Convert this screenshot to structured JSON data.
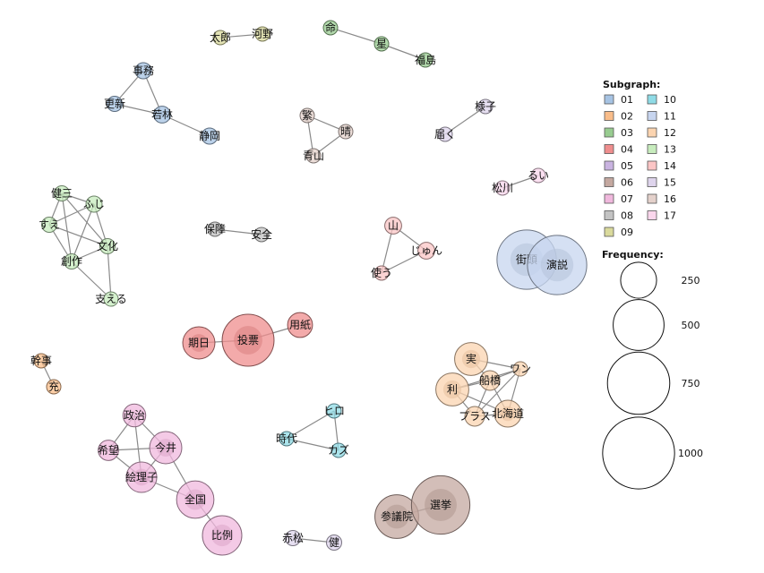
{
  "legend": {
    "subgraph_title": "Subgraph:",
    "frequency_title": "Frequency:",
    "subgraphs": [
      {
        "id": "01",
        "color": "#a6c3e3"
      },
      {
        "id": "02",
        "color": "#f9bd8a"
      },
      {
        "id": "03",
        "color": "#98cc90"
      },
      {
        "id": "04",
        "color": "#ef8e8e"
      },
      {
        "id": "05",
        "color": "#c9b3e0"
      },
      {
        "id": "06",
        "color": "#c4a8a0"
      },
      {
        "id": "07",
        "color": "#f0b8dd"
      },
      {
        "id": "08",
        "color": "#c3c3c3"
      },
      {
        "id": "09",
        "color": "#dada9c"
      },
      {
        "id": "10",
        "color": "#8fdbe6"
      },
      {
        "id": "11",
        "color": "#c7d5ef"
      },
      {
        "id": "12",
        "color": "#fbd4b0"
      },
      {
        "id": "13",
        "color": "#c7ecbd"
      },
      {
        "id": "14",
        "color": "#fbc5c5"
      },
      {
        "id": "15",
        "color": "#ded4ec"
      },
      {
        "id": "16",
        "color": "#e4d1cb"
      },
      {
        "id": "17",
        "color": "#fad6ec"
      }
    ],
    "frequency_scale": [
      250,
      500,
      750,
      1000
    ]
  },
  "nodes": [
    {
      "id": "taro",
      "label": "太郎",
      "group": "09",
      "freq": 30
    },
    {
      "id": "kono",
      "label": "河野",
      "group": "09",
      "freq": 30
    },
    {
      "id": "inochi",
      "label": "命",
      "group": "03",
      "freq": 30
    },
    {
      "id": "hoshi",
      "label": "星",
      "group": "03",
      "freq": 30
    },
    {
      "id": "fukushima",
      "label": "福島",
      "group": "03",
      "freq": 30
    },
    {
      "id": "jimu",
      "label": "事務",
      "group": "01",
      "freq": 50
    },
    {
      "id": "koshin",
      "label": "更新",
      "group": "01",
      "freq": 45
    },
    {
      "id": "wakabayashi",
      "label": "若林",
      "group": "01",
      "freq": 55
    },
    {
      "id": "shizuoka",
      "label": "静岡",
      "group": "01",
      "freq": 50
    },
    {
      "id": "shige",
      "label": "繁",
      "group": "16",
      "freq": 35
    },
    {
      "id": "hare",
      "label": "晴",
      "group": "16",
      "freq": 35
    },
    {
      "id": "aoyama",
      "label": "青山",
      "group": "16",
      "freq": 35
    },
    {
      "id": "yosu",
      "label": "様子",
      "group": "15",
      "freq": 35
    },
    {
      "id": "todoku",
      "label": "届く",
      "group": "15",
      "freq": 30
    },
    {
      "id": "matsukawa",
      "label": "松川",
      "group": "17",
      "freq": 25
    },
    {
      "id": "rui",
      "label": "るい",
      "group": "17",
      "freq": 25
    },
    {
      "id": "kenji",
      "label": "健三",
      "group": "13",
      "freq": 45
    },
    {
      "id": "fuji",
      "label": "ふじ",
      "group": "13",
      "freq": 50
    },
    {
      "id": "sue",
      "label": "すえ",
      "group": "13",
      "freq": 45
    },
    {
      "id": "bunka",
      "label": "文化",
      "group": "13",
      "freq": 45
    },
    {
      "id": "sosaku",
      "label": "創作",
      "group": "13",
      "freq": 45
    },
    {
      "id": "sasaeru",
      "label": "支える",
      "group": "13",
      "freq": 40
    },
    {
      "id": "hosho",
      "label": "保障",
      "group": "08",
      "freq": 25
    },
    {
      "id": "anzen",
      "label": "安全",
      "group": "08",
      "freq": 25
    },
    {
      "id": "yama",
      "label": "山",
      "group": "14",
      "freq": 55
    },
    {
      "id": "jun",
      "label": "じゅん",
      "group": "14",
      "freq": 55
    },
    {
      "id": "tsukau",
      "label": "使う",
      "group": "14",
      "freq": 35
    },
    {
      "id": "gaito",
      "label": "街頭",
      "group": "11",
      "freq": 680
    },
    {
      "id": "enzetsu",
      "label": "演説",
      "group": "11",
      "freq": 680
    },
    {
      "id": "kijitsu",
      "label": "期日",
      "group": "04",
      "freq": 200
    },
    {
      "id": "tohyo",
      "label": "投票",
      "group": "04",
      "freq": 520
    },
    {
      "id": "yoshi",
      "label": "用紙",
      "group": "04",
      "freq": 120
    },
    {
      "id": "kanji",
      "label": "幹事",
      "group": "02",
      "freq": 30
    },
    {
      "id": "mitsuru",
      "label": "充",
      "group": "02",
      "freq": 30
    },
    {
      "id": "minoru",
      "label": "実",
      "group": "12",
      "freq": 210
    },
    {
      "id": "ri",
      "label": "利",
      "group": "12",
      "freq": 210
    },
    {
      "id": "funabashi",
      "label": "船橋",
      "group": "12",
      "freq": 75
    },
    {
      "id": "wan",
      "label": "ワン",
      "group": "12",
      "freq": 40
    },
    {
      "id": "purasu",
      "label": "プラス",
      "group": "12",
      "freq": 75
    },
    {
      "id": "hokkaido",
      "label": "北海道",
      "group": "12",
      "freq": 140
    },
    {
      "id": "seiji",
      "label": "政治",
      "group": "07",
      "freq": 100
    },
    {
      "id": "kibo",
      "label": "希望",
      "group": "07",
      "freq": 80
    },
    {
      "id": "imai",
      "label": "今井",
      "group": "07",
      "freq": 200
    },
    {
      "id": "eriko",
      "label": "絵理子",
      "group": "07",
      "freq": 180
    },
    {
      "id": "zenkoku",
      "label": "全国",
      "group": "07",
      "freq": 270
    },
    {
      "id": "hirei",
      "label": "比例",
      "group": "07",
      "freq": 300
    },
    {
      "id": "hiro",
      "label": "ヒロ",
      "group": "10",
      "freq": 30
    },
    {
      "id": "jidai",
      "label": "時代",
      "group": "10",
      "freq": 30
    },
    {
      "id": "kazu",
      "label": "カズ",
      "group": "10",
      "freq": 30
    },
    {
      "id": "akamatsu",
      "label": "赤松",
      "group": "15",
      "freq": 45
    },
    {
      "id": "ken",
      "label": "健",
      "group": "15",
      "freq": 45
    },
    {
      "id": "sangiin",
      "label": "参議院",
      "group": "06",
      "freq": 370
    },
    {
      "id": "senkyo",
      "label": "選挙",
      "group": "06",
      "freq": 660
    }
  ],
  "edges": [
    [
      "taro",
      "kono"
    ],
    [
      "inochi",
      "hoshi"
    ],
    [
      "hoshi",
      "fukushima"
    ],
    [
      "jimu",
      "koshin"
    ],
    [
      "jimu",
      "wakabayashi"
    ],
    [
      "koshin",
      "wakabayashi"
    ],
    [
      "wakabayashi",
      "shizuoka"
    ],
    [
      "shige",
      "hare"
    ],
    [
      "shige",
      "aoyama"
    ],
    [
      "hare",
      "aoyama"
    ],
    [
      "yosu",
      "todoku"
    ],
    [
      "matsukawa",
      "rui"
    ],
    [
      "kenji",
      "fuji"
    ],
    [
      "kenji",
      "sue"
    ],
    [
      "kenji",
      "bunka"
    ],
    [
      "kenji",
      "sosaku"
    ],
    [
      "fuji",
      "sue"
    ],
    [
      "fuji",
      "sosaku"
    ],
    [
      "fuji",
      "bunka"
    ],
    [
      "sue",
      "bunka"
    ],
    [
      "sue",
      "sosaku"
    ],
    [
      "bunka",
      "sosaku"
    ],
    [
      "sosaku",
      "sasaeru"
    ],
    [
      "bunka",
      "sasaeru"
    ],
    [
      "hosho",
      "anzen"
    ],
    [
      "yama",
      "jun"
    ],
    [
      "yama",
      "tsukau"
    ],
    [
      "jun",
      "tsukau"
    ],
    [
      "gaito",
      "enzetsu"
    ],
    [
      "kijitsu",
      "tohyo"
    ],
    [
      "tohyo",
      "yoshi"
    ],
    [
      "kanji",
      "mitsuru"
    ],
    [
      "minoru",
      "funabashi"
    ],
    [
      "minoru",
      "wan"
    ],
    [
      "ri",
      "funabashi"
    ],
    [
      "ri",
      "purasu"
    ],
    [
      "ri",
      "wan"
    ],
    [
      "ri",
      "hokkaido"
    ],
    [
      "funabashi",
      "wan"
    ],
    [
      "funabashi",
      "purasu"
    ],
    [
      "funabashi",
      "hokkaido"
    ],
    [
      "purasu",
      "hokkaido"
    ],
    [
      "wan",
      "hokkaido"
    ],
    [
      "wan",
      "purasu"
    ],
    [
      "seiji",
      "imai"
    ],
    [
      "seiji",
      "kibo"
    ],
    [
      "seiji",
      "eriko"
    ],
    [
      "kibo",
      "imai"
    ],
    [
      "kibo",
      "eriko"
    ],
    [
      "imai",
      "eriko"
    ],
    [
      "imai",
      "zenkoku"
    ],
    [
      "eriko",
      "zenkoku"
    ],
    [
      "zenkoku",
      "hirei"
    ],
    [
      "hiro",
      "jidai"
    ],
    [
      "hiro",
      "kazu"
    ],
    [
      "jidai",
      "kazu"
    ],
    [
      "akamatsu",
      "ken"
    ],
    [
      "sangiin",
      "senkyo"
    ]
  ]
}
